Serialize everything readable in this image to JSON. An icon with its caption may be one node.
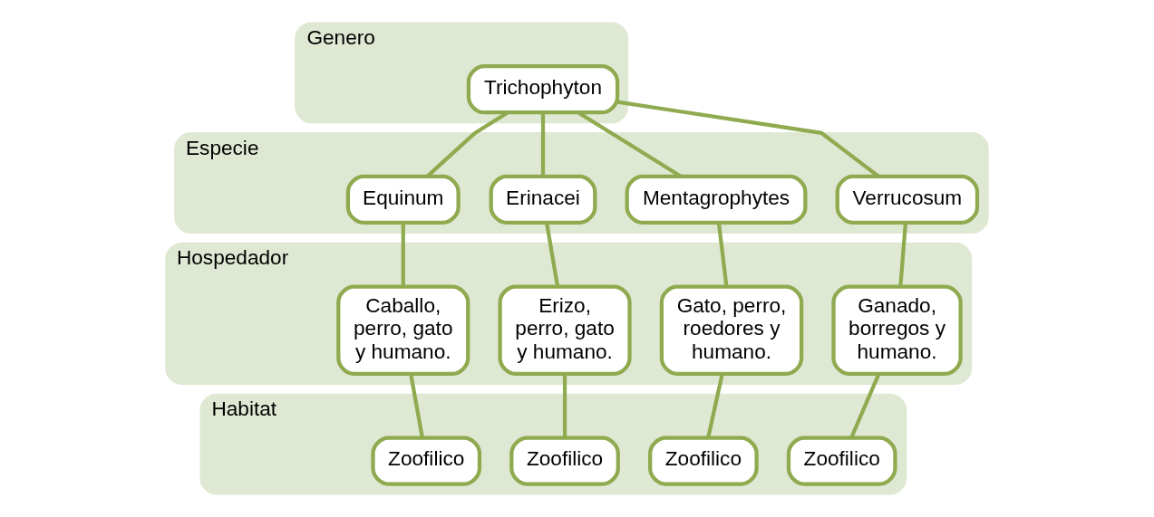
{
  "diagram": {
    "nodes": [
      {
        "text": [
          "Genero"
        ]
      },
      {
        "text": [
          "Trichophyton"
        ],
        "in": 0
      },
      {
        "text": [
          "Especie"
        ]
      },
      {
        "text": [
          "Equinum"
        ],
        "in": 2
      },
      {
        "text": [
          "Erinacei"
        ],
        "in": 2
      },
      {
        "text": [
          "Mentagrophytes"
        ],
        "in": 2
      },
      {
        "text": [
          "Verrucosum"
        ],
        "in": 2
      },
      {
        "text": [
          "Hospedador"
        ]
      },
      {
        "text": [
          "Caballo, perro, gato y humano."
        ],
        "in": 7
      },
      {
        "text": [
          "Erizo, perro, gato y humano."
        ],
        "in": 7
      },
      {
        "text": [
          "Gato, perro, roedores y humano."
        ],
        "in": 7
      },
      {
        "text": [
          "Ganado, borregos y humano."
        ],
        "in": 7
      },
      {
        "text": [
          "Habitat"
        ]
      },
      {
        "text": [
          "Zoofilico"
        ],
        "in": 12
      },
      {
        "text": [
          "Zoofilico"
        ],
        "in": 12
      },
      {
        "text": [
          "Zoofilico"
        ],
        "in": 12
      },
      {
        "text": [
          "Zoofilico"
        ],
        "in": 12
      }
    ],
    "edges": [
      {
        "from": 1,
        "to": 3,
        "arrow": "none"
      },
      {
        "from": 1,
        "to": 4,
        "arrow": "none"
      },
      {
        "from": 1,
        "to": 5,
        "arrow": "none"
      },
      {
        "from": 1,
        "to": 6,
        "arrow": "none"
      },
      {
        "from": 3,
        "to": 8,
        "arrow": "none"
      },
      {
        "from": 4,
        "to": 9,
        "arrow": "none"
      },
      {
        "from": 5,
        "to": 10,
        "arrow": "none"
      },
      {
        "from": 6,
        "to": 11,
        "arrow": "none"
      },
      {
        "from": 8,
        "to": 13,
        "arrow": "none"
      },
      {
        "from": 9,
        "to": 14,
        "arrow": "none"
      },
      {
        "from": 10,
        "to": 15,
        "arrow": "none"
      },
      {
        "from": 11,
        "to": 16,
        "arrow": "none"
      }
    ]
  }
}
